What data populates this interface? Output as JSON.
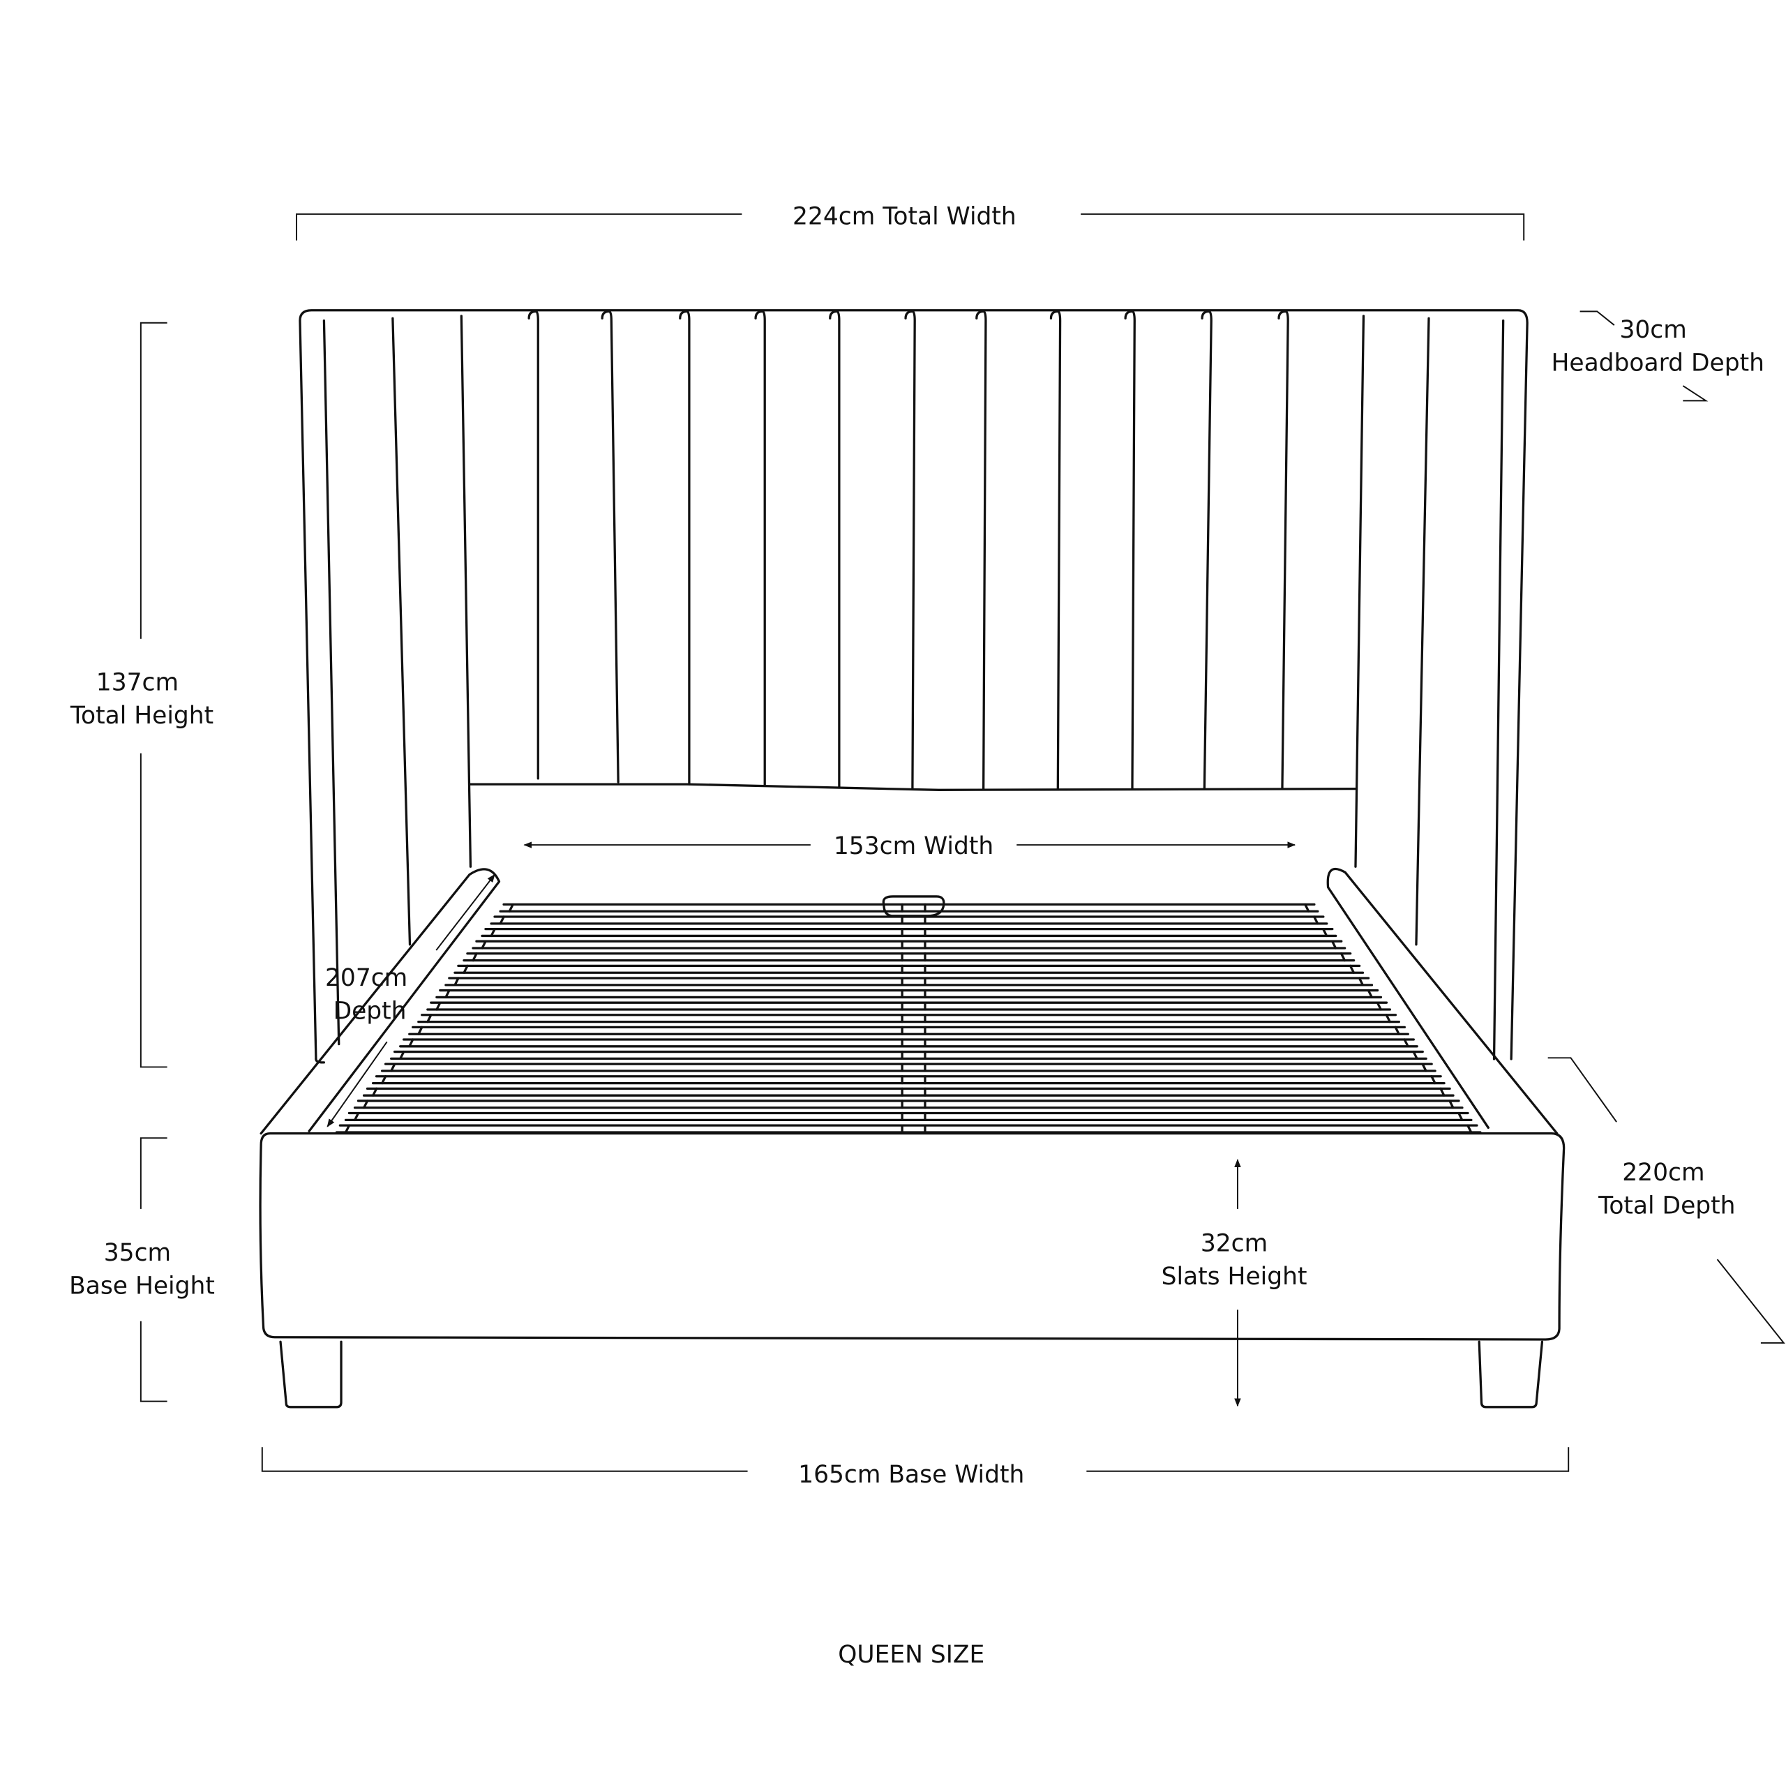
{
  "colors": {
    "line": "#111111",
    "background": "#ffffff"
  },
  "dimensions": {
    "total_width": "224cm Total Width",
    "headboard_depth_value": "30cm",
    "headboard_depth_label": "Headboard Depth",
    "total_height_value": "137cm",
    "total_height_label": "Total Height",
    "inner_width": "153cm Width",
    "depth_value": "207cm",
    "depth_label": "Depth",
    "total_depth_value": "220cm",
    "total_depth_label": "Total Depth",
    "base_height_value": "35cm",
    "base_height_label": "Base Height",
    "slats_height_value": "32cm",
    "slats_height_label": "Slats Height",
    "base_width": "165cm Base Width"
  },
  "caption": "QUEEN SIZE"
}
